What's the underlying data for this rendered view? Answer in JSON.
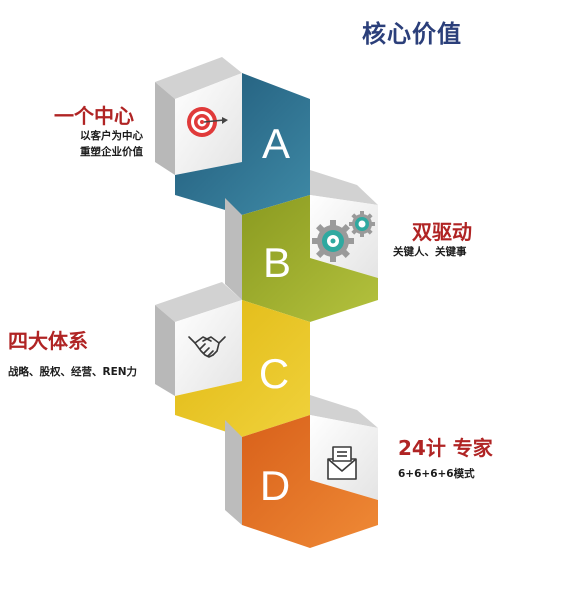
{
  "title": "核心价值",
  "colors": {
    "title": "#2b3f7a",
    "heading": "#b02424",
    "a_block": "#2f6d8c",
    "b_block": "#9aaa2c",
    "c_block": "#e6c21e",
    "d_block": "#e57322",
    "side_shade": "#c8c8c8",
    "icon_panel": "#f4f4f4"
  },
  "blocks": [
    {
      "letter": "A",
      "heading": "一个中心",
      "lines": [
        "以客户为中心",
        "重塑企业价值"
      ],
      "icon": "target-icon"
    },
    {
      "letter": "B",
      "heading": "双驱动",
      "lines": [
        "关键人、关键事"
      ],
      "icon": "gears-icon"
    },
    {
      "letter": "C",
      "heading": "四大体系",
      "lines": [
        "战略、股权、经营、REN力"
      ],
      "icon": "handshake-icon"
    },
    {
      "letter": "D",
      "heading": "24计  专家",
      "lines": [
        "6+6+6+6模式"
      ],
      "icon": "envelope-icon"
    }
  ]
}
